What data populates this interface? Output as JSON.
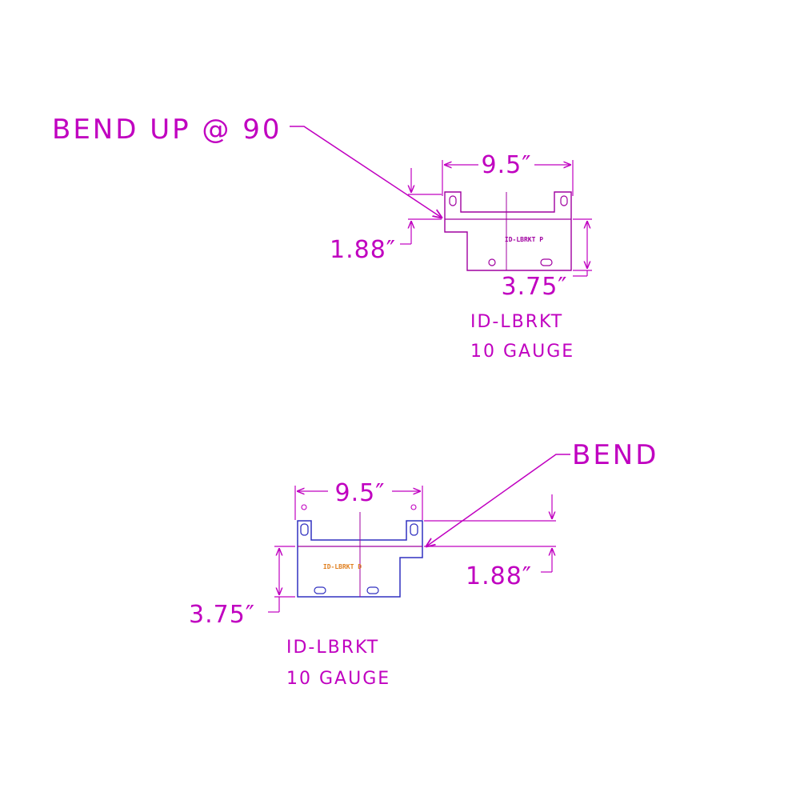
{
  "colors": {
    "dimension": "#c000c0",
    "part_outline_top": "#a000a0",
    "part_outline_bottom": "#3030c0",
    "tag_top": "#a000a0",
    "tag_bottom": "#e08020",
    "background": "#ffffff"
  },
  "top_part": {
    "callout": "BEND UP @ 90",
    "width_dim": "9.5″",
    "bend_dim": "1.88″",
    "height_dim": "3.75″",
    "tag": "ID-LBRKT P",
    "name": "ID-LBRKT",
    "gauge": "10 GAUGE"
  },
  "bottom_part": {
    "callout": "BEND",
    "width_dim": "9.5″",
    "bend_dim": "1.88″",
    "height_dim": "3.75″",
    "tag": "ID-LBRKT D",
    "name": "ID-LBRKT",
    "gauge": "10 GAUGE"
  }
}
